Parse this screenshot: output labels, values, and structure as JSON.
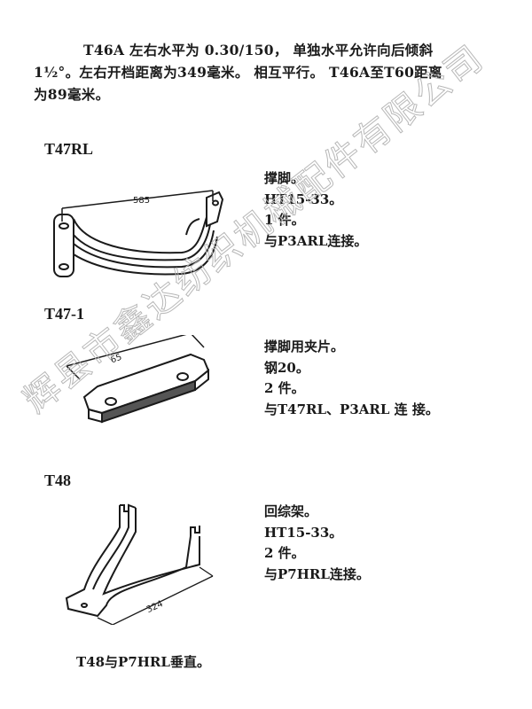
{
  "intro": {
    "lines": [
      "T46A 左右水平为 0.30/150， 单独水平允许向后倾斜",
      "1½°。左右开档距离为349毫米。 相互平行。 T46A至T60距离",
      "为89毫米。"
    ]
  },
  "parts": [
    {
      "code": "T47RL",
      "dimension": "585",
      "description": [
        "撑脚。",
        "HT15-33。",
        "1 件。",
        "与P3ARL连接。"
      ]
    },
    {
      "code": "T47-1",
      "dimension": "65",
      "description": [
        "撑脚用夹片。",
        "钢20。",
        "2 件。",
        "与T47RL、P3ARL 连 接。"
      ]
    },
    {
      "code": "T48",
      "dimension": "324",
      "description": [
        "回综架。",
        "HT15-33。",
        "2 件。",
        "与P7HRL连接。"
      ]
    }
  ],
  "footnote": "T48与P7HRL垂直。",
  "watermark": "辉县市鑫达纺织机械配件有限公司"
}
